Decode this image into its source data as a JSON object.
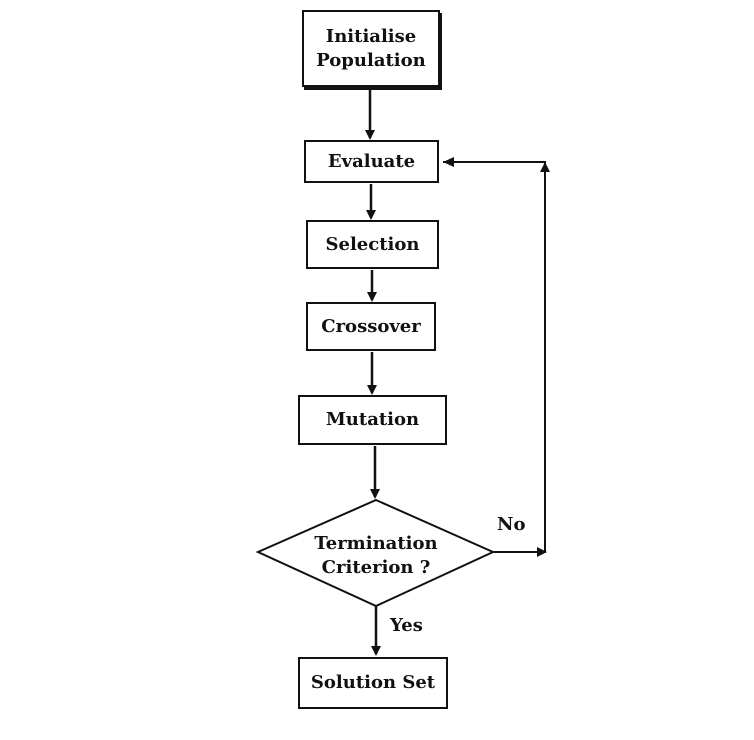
{
  "nodes": {
    "initialise": {
      "line1": "Initialise",
      "line2": "Population"
    },
    "evaluate": {
      "label": "Evaluate"
    },
    "selection": {
      "label": "Selection"
    },
    "crossover": {
      "label": "Crossover"
    },
    "mutation": {
      "label": "Mutation"
    },
    "termination": {
      "line1": "Termination",
      "line2": "Criterion ?"
    },
    "solution": {
      "label": "Solution Set"
    }
  },
  "edges": {
    "no_label": "No",
    "yes_label": "Yes"
  }
}
